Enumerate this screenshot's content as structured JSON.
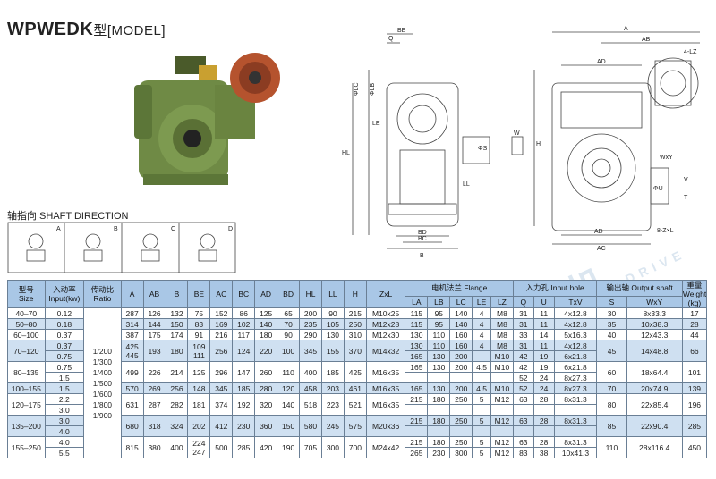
{
  "title": {
    "main": "WPWEDK",
    "sub": "型[MODEL]"
  },
  "shaft_direction": {
    "label": "轴指向 SHAFT DIRECTION",
    "letters": [
      "A",
      "B",
      "C",
      "D"
    ]
  },
  "drawing_labels": {
    "be": "BE",
    "q": "Q",
    "phi_lc": "ΦLC",
    "phi_lb": "ΦLB",
    "le": "LE",
    "hl": "HL",
    "ll": "LL",
    "bd": "BD",
    "bc": "BC",
    "b": "B",
    "phi_s": "ΦS",
    "w": "W",
    "h": "H",
    "a": "A",
    "ab": "AB",
    "four_lz": "4-LZ",
    "ad": "AD",
    "wxy": "WxY",
    "phi_u": "ΦU",
    "v": "V",
    "t": "T",
    "ac": "AC",
    "eight_z_l": "8-Z×L"
  },
  "watermark": "富豪传动·电机",
  "watermark_en": "DRIVE · MOTOR",
  "table": {
    "header_top": [
      "型号\nSize",
      "入动率\nInput(kw)",
      "传动比\nRatio",
      "A",
      "AB",
      "B",
      "BE",
      "AC",
      "BC",
      "AD",
      "BD",
      "HL",
      "LL",
      "H",
      "ZxL",
      "电机法兰 Flange",
      "入力孔 Input hole",
      "输出轴 Output shaft",
      "重量\nWeight\n(kg)"
    ],
    "flange_sub": [
      "LA",
      "LB",
      "LC",
      "LE",
      "LZ"
    ],
    "input_sub": [
      "Q",
      "U",
      "TxV"
    ],
    "output_sub": [
      "S",
      "WxY"
    ],
    "ratio_lines": [
      "1/200",
      "1/300",
      "1/400",
      "1/500",
      "1/600",
      "1/800",
      "1/900"
    ],
    "groups": [
      {
        "size": "40–70",
        "dims": [
          "287",
          "126",
          "132",
          "75",
          "152",
          "86",
          "125",
          "65",
          "200",
          "90",
          "215",
          "M10x25"
        ],
        "output": [
          "30",
          "8x33.3"
        ],
        "weight": "17",
        "rows": [
          {
            "input": "0.12",
            "flange": [
              "115",
              "95",
              "140",
              "4",
              "M8"
            ],
            "hole": [
              "31",
              "11",
              "4x12.8"
            ]
          }
        ]
      },
      {
        "size": "50–80",
        "dims": [
          "314",
          "144",
          "150",
          "83",
          "169",
          "102",
          "140",
          "70",
          "235",
          "105",
          "250",
          "M12x28"
        ],
        "output": [
          "35",
          "10x38.3"
        ],
        "weight": "28",
        "rows": [
          {
            "input": "0.18",
            "flange": [
              "115",
              "95",
              "140",
              "4",
              "M8"
            ],
            "hole": [
              "31",
              "11",
              "4x12.8"
            ]
          }
        ]
      },
      {
        "size": "60–100",
        "dims": [
          "387",
          "175",
          "174",
          "91",
          "216",
          "117",
          "180",
          "90",
          "290",
          "130",
          "310",
          "M12x30"
        ],
        "output": [
          "40",
          "12x43.3"
        ],
        "weight": "44",
        "rows": [
          {
            "input": "0.37",
            "flange": [
              "130",
              "110",
              "160",
              "4",
              "M8"
            ],
            "hole": [
              "33",
              "14",
              "5x16.3"
            ]
          }
        ]
      },
      {
        "size": "70–120",
        "dims": [
          "425|445",
          "193",
          "180",
          "109|111",
          "256",
          "124",
          "220",
          "100",
          "345",
          "155",
          "370",
          "M14x32"
        ],
        "output": [
          "45",
          "14x48.8"
        ],
        "weight": "66",
        "rows": [
          {
            "input": "0.37",
            "flange": [
              "130",
              "110",
              "160",
              "4",
              "M8"
            ],
            "hole": [
              "31",
              "11",
              "4x12.8"
            ]
          },
          {
            "input": "0.75",
            "flange": [
              "165",
              "130",
              "200",
              "",
              "M10"
            ],
            "hole": [
              "42",
              "19",
              "6x21.8"
            ]
          }
        ]
      },
      {
        "size": "80–135",
        "dims": [
          "499",
          "226",
          "214",
          "125",
          "296",
          "147",
          "260",
          "110",
          "400",
          "185",
          "425",
          "M16x35"
        ],
        "output": [
          "60",
          "18x64.4"
        ],
        "weight": "101",
        "rows": [
          {
            "input": "0.75",
            "flange": [
              "165",
              "130",
              "200",
              "4.5",
              "M10"
            ],
            "hole": [
              "42",
              "19",
              "6x21.8"
            ]
          },
          {
            "input": "1.5",
            "flange": [
              "",
              "",
              "",
              "",
              ""
            ],
            "hole": [
              "52",
              "24",
              "8x27.3"
            ]
          }
        ]
      },
      {
        "size": "100–155",
        "dims": [
          "570",
          "269",
          "256",
          "148",
          "345",
          "185",
          "280",
          "120",
          "458",
          "203",
          "461",
          "M16x35"
        ],
        "output": [
          "70",
          "20x74.9"
        ],
        "weight": "139",
        "rows": [
          {
            "input": "1.5",
            "flange": [
              "165",
              "130",
              "200",
              "4.5",
              "M10"
            ],
            "hole": [
              "52",
              "24",
              "8x27.3"
            ]
          }
        ]
      },
      {
        "size": "120–175",
        "dims": [
          "631",
          "287",
          "282",
          "181",
          "374",
          "192",
          "320",
          "140",
          "518",
          "223",
          "521",
          "M16x35"
        ],
        "output": [
          "80",
          "22x85.4"
        ],
        "weight": "196",
        "rows": [
          {
            "input": "2.2",
            "flange": [
              "215",
              "180",
              "250",
              "5",
              "M12"
            ],
            "hole": [
              "63",
              "28",
              "8x31.3"
            ]
          },
          {
            "input": "3.0",
            "flange": [
              "",
              "",
              "",
              "",
              ""
            ],
            "hole": [
              "",
              "",
              ""
            ]
          }
        ]
      },
      {
        "size": "135–200",
        "dims": [
          "680",
          "318",
          "324",
          "202",
          "412",
          "230",
          "360",
          "150",
          "580",
          "245",
          "575",
          "M20x36"
        ],
        "output": [
          "85",
          "22x90.4"
        ],
        "weight": "285",
        "rows": [
          {
            "input": "3.0",
            "flange": [
              "215",
              "180",
              "250",
              "5",
              "M12"
            ],
            "hole": [
              "63",
              "28",
              "8x31.3"
            ]
          },
          {
            "input": "4.0",
            "flange": [
              "",
              "",
              "",
              "",
              ""
            ],
            "hole": [
              "",
              "",
              ""
            ]
          }
        ]
      },
      {
        "size": "155–250",
        "dims": [
          "815",
          "380",
          "400",
          "224|247",
          "500",
          "285",
          "420",
          "190",
          "705",
          "300",
          "700",
          "M24x42"
        ],
        "output": [
          "110",
          "28x116.4"
        ],
        "weight": "450",
        "rows": [
          {
            "input": "4.0",
            "flange": [
              "215",
              "180",
              "250",
              "5",
              "M12"
            ],
            "hole": [
              "63",
              "28",
              "8x31.3"
            ]
          },
          {
            "input": "5.5",
            "flange": [
              "265",
              "230",
              "300",
              "5",
              "M12"
            ],
            "hole": [
              "83",
              "38",
              "10x41.3"
            ]
          }
        ]
      }
    ]
  }
}
